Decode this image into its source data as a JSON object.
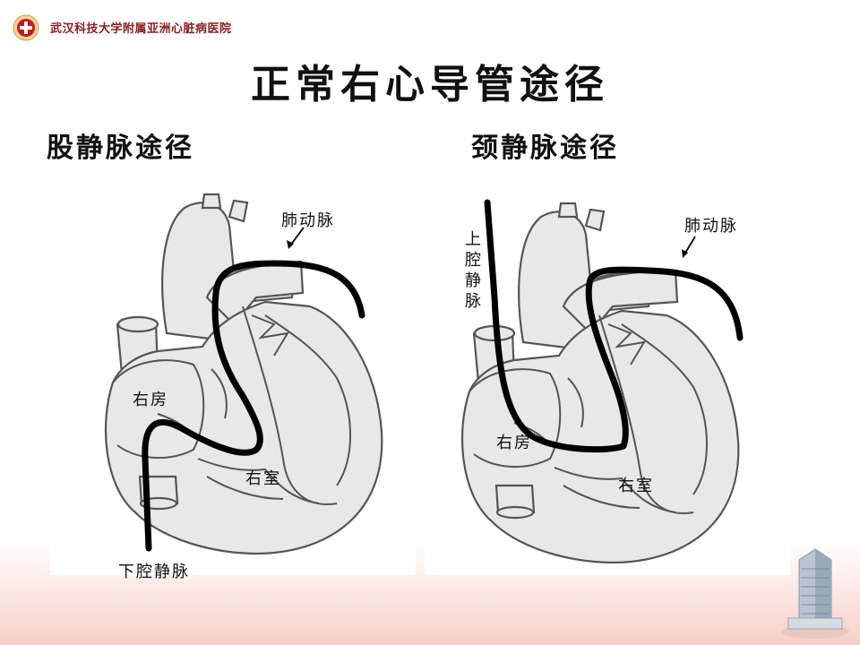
{
  "header": {
    "hospital_name": "武汉科技大学附属亚洲心脏病医院"
  },
  "slide": {
    "title": "正常右心导管途径"
  },
  "left_panel": {
    "title": "股静脉途径",
    "labels": {
      "pulmonary_artery": "肺动脉",
      "right_atrium": "右房",
      "right_ventricle": "右室",
      "inferior_vena_cava": "下腔静脉"
    }
  },
  "right_panel": {
    "title": "颈静脉途径",
    "labels": {
      "pulmonary_artery": "肺动脉",
      "superior_vena_cava": "上腔静脉",
      "right_atrium": "右房",
      "right_ventricle": "右室"
    }
  },
  "colors": {
    "catheter": "#000000",
    "heart_outline": "#555555",
    "heart_fill": "#e6e6e6",
    "logo_red": "#c8161d"
  }
}
